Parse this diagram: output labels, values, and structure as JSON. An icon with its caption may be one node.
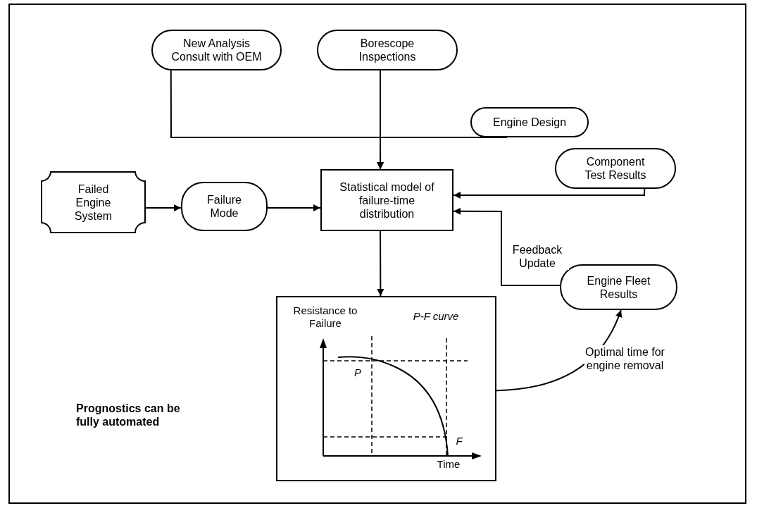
{
  "diagram": {
    "nodes": [
      {
        "text": [
          "New Analysis Consult with OEM"
        ]
      },
      {
        "text": [
          "Borescope Inspections"
        ]
      },
      {
        "text": [
          "Engine Design"
        ]
      },
      {
        "text": [
          "Component Test Results"
        ]
      },
      {
        "text": [
          "Failed Engine System"
        ]
      },
      {
        "text": [
          "Failure Mode"
        ]
      },
      {
        "text": [
          "Statistical model of failure-time distribution"
        ]
      },
      {
        "text": [
          "Engine Fleet Results"
        ]
      },
      {
        "text": [
          "Resistance to Failure",
          "P-F curve",
          "P",
          "F",
          "Time"
        ]
      }
    ],
    "edges": [
      {
        "from": 0,
        "to": 6,
        "arrow": "to"
      },
      {
        "from": 1,
        "to": 6,
        "arrow": "to"
      },
      {
        "from": 2,
        "to": 6,
        "arrow": "to"
      },
      {
        "from": 3,
        "to": 6,
        "arrow": "to"
      },
      {
        "from": 4,
        "to": 5,
        "arrow": "to"
      },
      {
        "from": 5,
        "to": 6,
        "arrow": "to"
      },
      {
        "from": 6,
        "to": 8,
        "arrow": "to"
      },
      {
        "from": 7,
        "to": 6,
        "arrow": "to",
        "label": "Feedback Update"
      },
      {
        "from": 8,
        "to": 7,
        "arrow": "to",
        "label": "Optimal time for engine removal"
      }
    ],
    "labels": [
      "Prognostics can be fully automated"
    ]
  }
}
